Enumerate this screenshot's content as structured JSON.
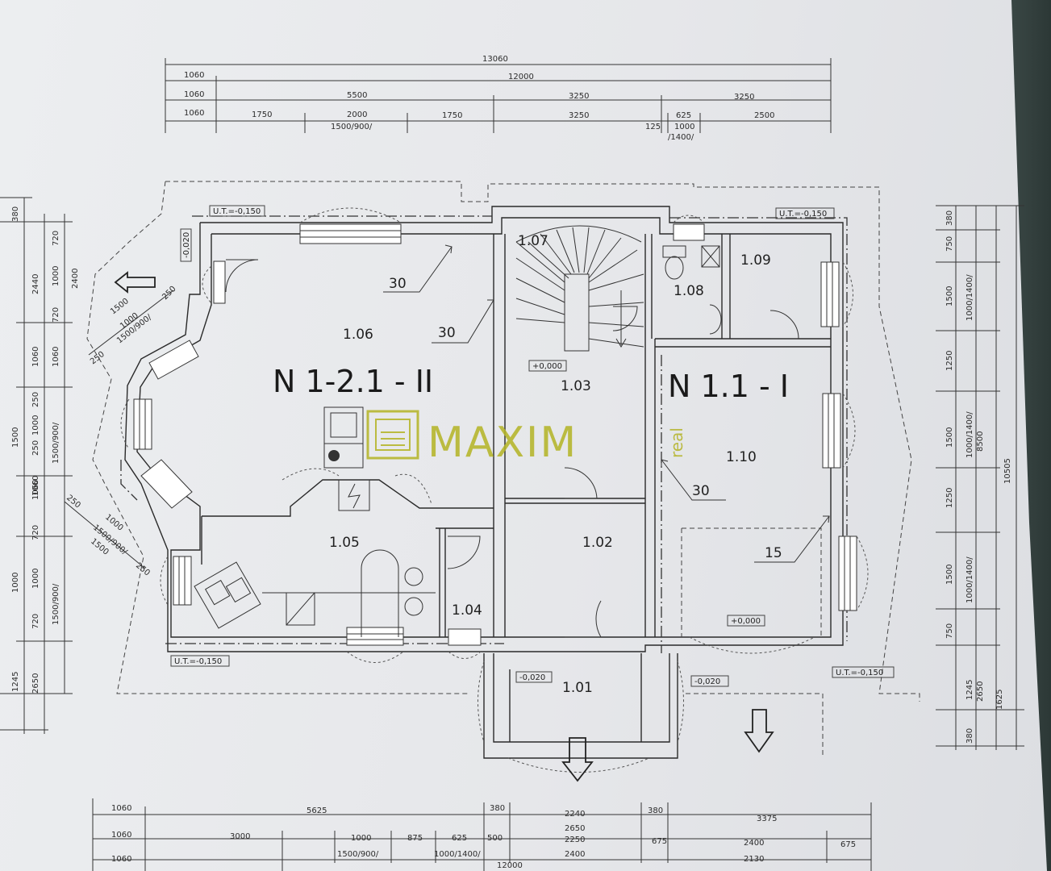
{
  "plan": {
    "units": {
      "left": "N 1-2.1 - II",
      "right": "N 1.1 - I"
    },
    "rooms": [
      "1.01",
      "1.02",
      "1.03",
      "1.04",
      "1.05",
      "1.06",
      "1.07",
      "1.08",
      "1.09",
      "1.10"
    ],
    "levels": {
      "ut_tl": "U.T.=-0,150",
      "ut_tr": "U.T.=-0,150",
      "ut_bl": "U.T.=-0,150",
      "ut_br": "U.T.=-0,150",
      "zero_1": "+0,000",
      "zero_2": "+0,000",
      "entry_l": "-0,020",
      "entry_r": "-0,020",
      "vertical": "-0,020"
    },
    "slopes": [
      "30",
      "30",
      "30",
      "15"
    ]
  },
  "dims_top": {
    "r1": [
      "13060"
    ],
    "r2": [
      "1060",
      "12000"
    ],
    "r3": [
      "1060",
      "5500",
      "3250",
      "3250"
    ],
    "r4": [
      "1060",
      "1750",
      "2000",
      "1750",
      "3250",
      "625",
      "2500"
    ],
    "r4_sub": [
      "1500/900/",
      "125",
      "1000",
      "/1400/"
    ]
  },
  "dims_bottom": {
    "r1": [
      "1060",
      "5625",
      "380",
      "2240",
      "380",
      "3375"
    ],
    "r2": [
      "1060",
      "3000",
      "1000",
      "875",
      "625",
      "500",
      "2650",
      "2250",
      "675",
      "2400",
      "675"
    ],
    "r3": [
      "1060",
      "1500/900/",
      "1000/1400/",
      "2400",
      "2130"
    ],
    "total": "12000"
  },
  "dims_left": {
    "c1": [
      "380",
      "2440",
      "1060",
      "1500",
      "1060",
      "1000",
      "1245"
    ],
    "c2": [
      "720",
      "1000",
      "720",
      "1060",
      "250",
      "1000",
      "250",
      "1060",
      "720",
      "1000",
      "720",
      "2650"
    ],
    "c3": [
      "2400",
      "1500/900/",
      "1500/900/"
    ]
  },
  "dims_right": {
    "c1": [
      "380",
      "750",
      "1500",
      "1250",
      "1500",
      "1250",
      "1500",
      "750",
      "1245",
      "380"
    ],
    "c2": [
      "1000/1400/",
      "1000/1400/",
      "1000/1400/",
      "2650"
    ],
    "c3": [
      "8500",
      "1625"
    ],
    "c4": [
      "10505"
    ]
  },
  "bay_dims": {
    "upper": [
      "1500",
      "1000",
      "1500/900/",
      "250",
      "250"
    ],
    "lower": [
      "250",
      "1000",
      "1500/900/",
      "1500",
      "250"
    ]
  },
  "watermark": {
    "name": "MAXIM",
    "tag": "real",
    "color": "#b5b52a"
  }
}
